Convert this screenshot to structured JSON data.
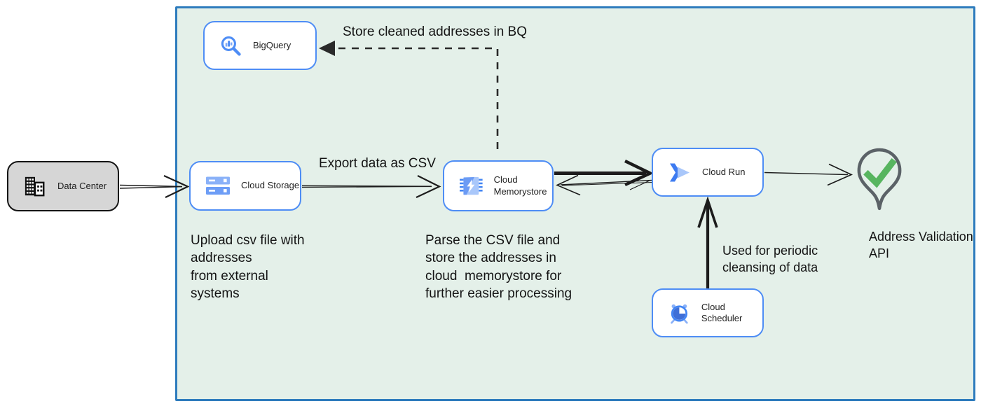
{
  "nodes": {
    "data_center": {
      "label": "Data Center"
    },
    "bigquery": {
      "label": "BigQuery"
    },
    "cloud_storage": {
      "label": "Cloud Storage"
    },
    "cloud_memorystore": {
      "label": "Cloud Memorystore"
    },
    "cloud_run": {
      "label": "Cloud Run"
    },
    "cloud_scheduler": {
      "label": "Cloud Scheduler"
    },
    "address_validation_api": {
      "label": "Address Validation API"
    }
  },
  "annotations": {
    "store_in_bq": "Store cleaned addresses in BQ",
    "export_csv": "Export data as CSV",
    "upload_note": "Upload csv file with\naddresses\nfrom external\nsystems",
    "parse_note": "Parse the CSV file and\nstore the addresses in\ncloud  memorystore for\nfurther easier processing",
    "scheduler_note": "Used for periodic\ncleansing of data"
  },
  "icons": {
    "data_center": "building-icon",
    "bigquery": "bigquery-magnifier-icon",
    "cloud_storage": "storage-buckets-icon",
    "cloud_memorystore": "memorystore-chip-icon",
    "cloud_run": "cloud-run-arrow-icon",
    "cloud_scheduler": "scheduler-clock-icon",
    "address_validation_api": "map-pin-check-icon"
  },
  "colors": {
    "boundary_fill": "#e4f0e9",
    "boundary_border": "#2e7cbd",
    "node_border": "#4e8df5",
    "node_fill": "#ffffff",
    "external_node_fill": "#d6d6d6",
    "arrow": "#1c1c1c",
    "pin_outline": "#5b6267",
    "check_green": "#57b55f",
    "gcp_blue": "#4285f4"
  }
}
